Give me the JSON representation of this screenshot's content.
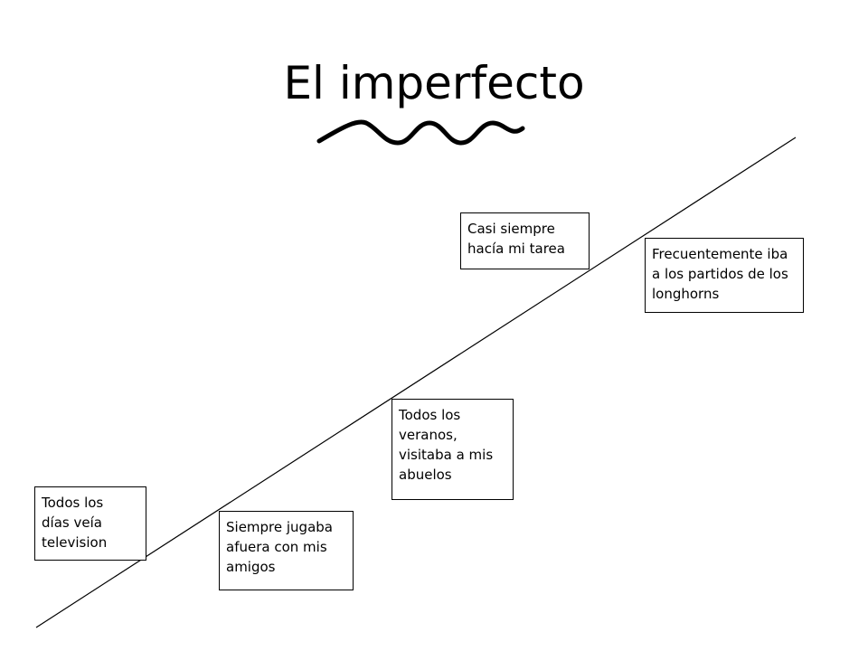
{
  "title": "El imperfecto",
  "notes": [
    {
      "id": "casi-siempre",
      "text": "Casi siempre\nhacía mi tarea"
    },
    {
      "id": "frecuentemente",
      "text": "Frecuentemente iba\na los partidos de los\nlonghorns"
    },
    {
      "id": "todos-los-veranos",
      "text": "Todos los\nveranos,\nvisitaba a mis\nabuelos"
    },
    {
      "id": "todos-los-dias",
      "text": "Todos los\ndías veía\ntelevision"
    },
    {
      "id": "siempre-jugaba",
      "text": "Siempre jugaba\nafuera con mis\namigos"
    }
  ],
  "colors": {
    "ink": "#000000",
    "background": "#ffffff"
  }
}
